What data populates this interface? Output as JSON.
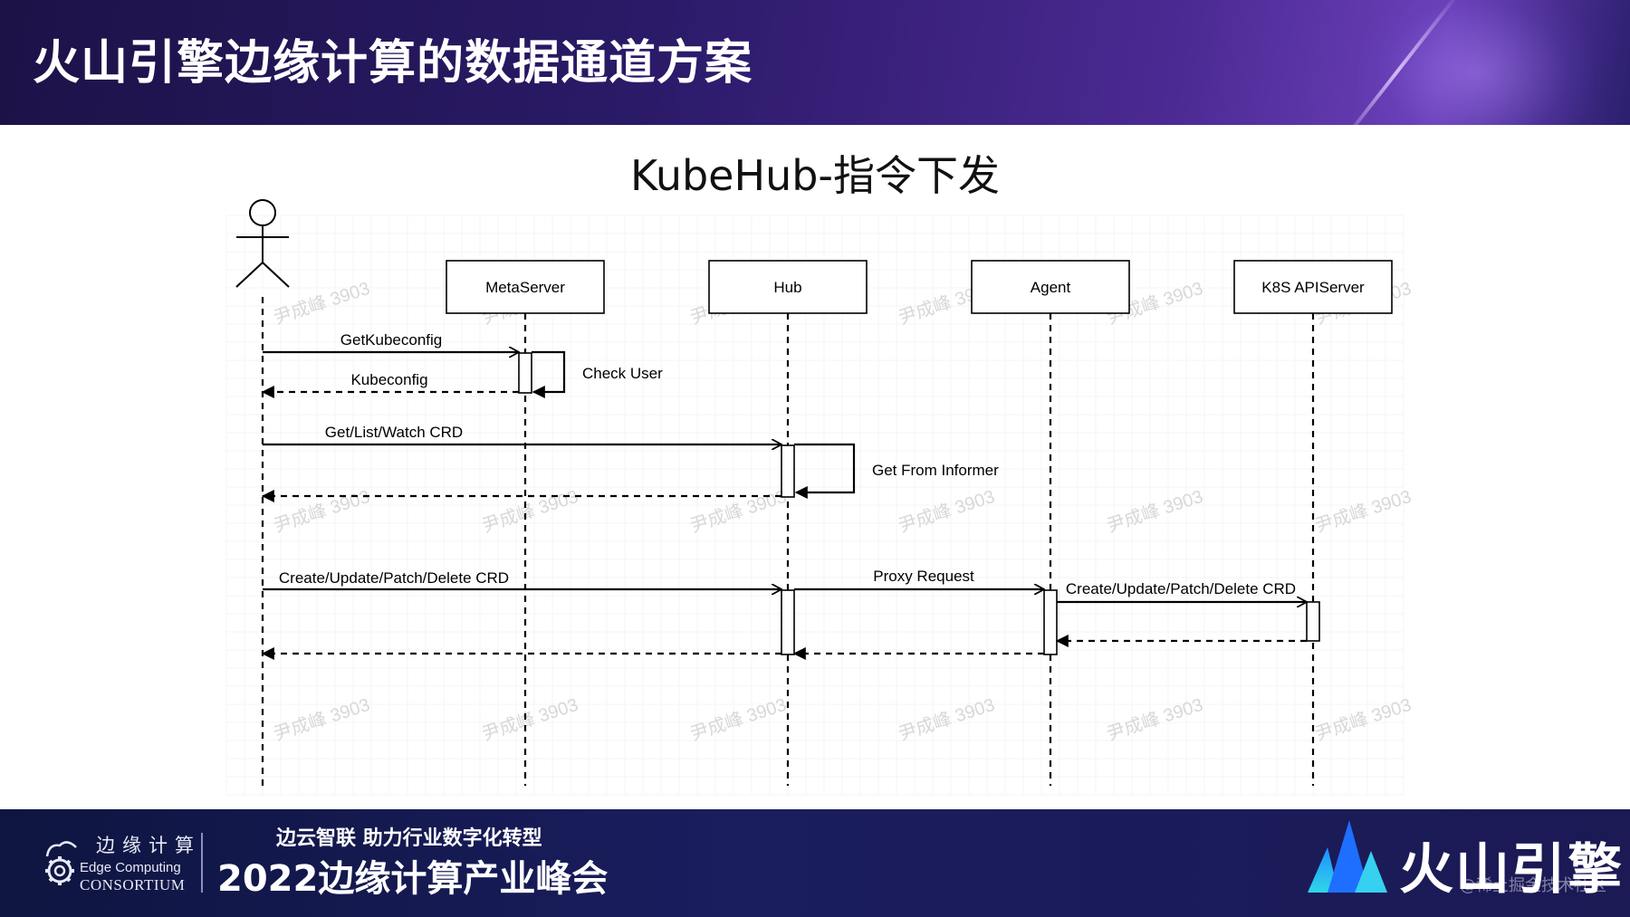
{
  "header": {
    "title": "火山引擎边缘计算的数据通道方案"
  },
  "slide": {
    "subtitle": "KubeHub-指令下发"
  },
  "diagram": {
    "participants": [
      {
        "id": "user",
        "label": ""
      },
      {
        "id": "metaserver",
        "label": "MetaServer"
      },
      {
        "id": "hub",
        "label": "Hub"
      },
      {
        "id": "agent",
        "label": "Agent"
      },
      {
        "id": "apiserver",
        "label": "K8S APIServer"
      }
    ],
    "messages": [
      {
        "from": "user",
        "to": "metaserver",
        "label": "GetKubeconfig",
        "kind": "call"
      },
      {
        "from": "metaserver",
        "to": "metaserver",
        "label": "Check User",
        "kind": "self"
      },
      {
        "from": "metaserver",
        "to": "user",
        "label": "Kubeconfig",
        "kind": "return"
      },
      {
        "from": "user",
        "to": "hub",
        "label": "Get/List/Watch CRD",
        "kind": "call"
      },
      {
        "from": "hub",
        "to": "hub",
        "label": "Get From Informer",
        "kind": "self"
      },
      {
        "from": "hub",
        "to": "user",
        "label": "",
        "kind": "return"
      },
      {
        "from": "user",
        "to": "hub",
        "label": "Create/Update/Patch/Delete CRD",
        "kind": "call"
      },
      {
        "from": "hub",
        "to": "agent",
        "label": "Proxy Request",
        "kind": "call"
      },
      {
        "from": "agent",
        "to": "apiserver",
        "label": "Create/Update/Patch/Delete CRD",
        "kind": "call"
      },
      {
        "from": "apiserver",
        "to": "agent",
        "label": "",
        "kind": "return"
      },
      {
        "from": "agent",
        "to": "hub",
        "label": "",
        "kind": "return"
      },
      {
        "from": "hub",
        "to": "user",
        "label": "",
        "kind": "return"
      }
    ],
    "watermark": "尹成峰 3903"
  },
  "footer": {
    "org_cn": "边缘计算",
    "org_en_line1": "Edge Computing",
    "org_en_line2": "CONSORTIUM",
    "slogan": "边云智联  助力行业数字化转型",
    "summit": "2022边缘计算产业峰会",
    "brand": "火山引擎",
    "credit": "@稀土掘金技术社区"
  },
  "colors": {
    "header_bg": "#2b1a68",
    "footer_bg": "#1a1d5e",
    "diagram_line": "#000000",
    "brand_logo": "#23b5f0"
  }
}
